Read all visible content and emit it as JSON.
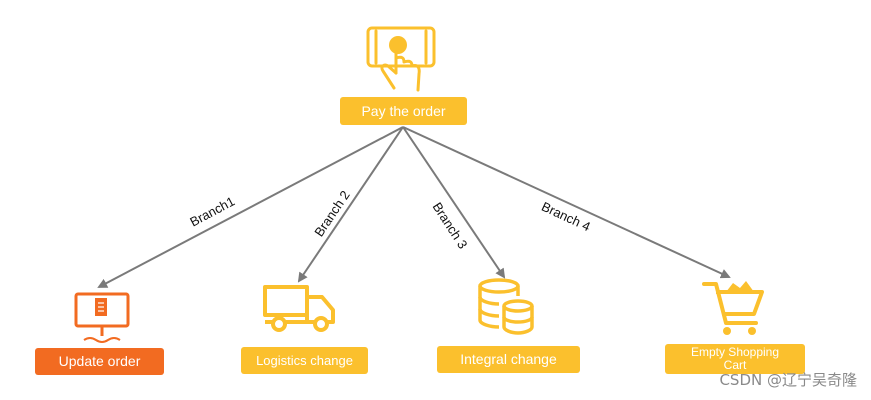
{
  "colors": {
    "yellow": "#FBC02D",
    "orange": "#F26B21",
    "arrow": "#7A7A7A"
  },
  "nodes": {
    "pay": {
      "label": "Pay the order",
      "icon": "phone-tap-icon"
    },
    "update": {
      "label": "Update order",
      "icon": "monitor-document-icon"
    },
    "logistics": {
      "label": "Logistics change",
      "icon": "truck-icon"
    },
    "integral": {
      "label": "Integral change",
      "icon": "coin-stack-icon"
    },
    "cart": {
      "label": "Empty Shopping Cart",
      "icon": "shopping-cart-icon"
    }
  },
  "branches": [
    "Branch1",
    "Branch 2",
    "Branch 3",
    "Branch 4"
  ],
  "watermark": "CSDN @辽宁吴奇隆"
}
